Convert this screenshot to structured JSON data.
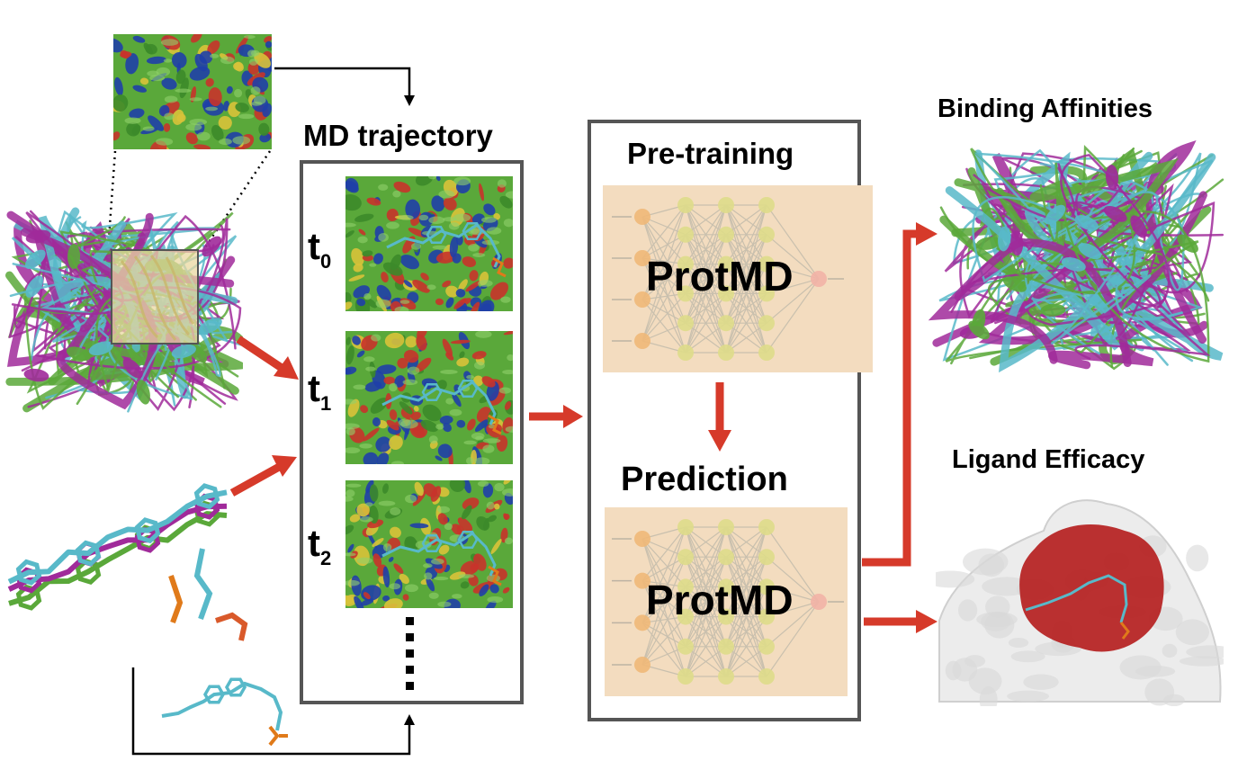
{
  "md": {
    "title": "MD trajectory",
    "frames": [
      {
        "letter": "t",
        "sub": "0"
      },
      {
        "letter": "t",
        "sub": "1"
      },
      {
        "letter": "t",
        "sub": "2"
      }
    ],
    "continuation": "⋮"
  },
  "model": {
    "pretraining_title": "Pre-training",
    "prediction_title": "Prediction",
    "network_label": "ProtMD"
  },
  "outputs": {
    "binding_title": "Binding Affinities",
    "efficacy_title": "Ligand Efficacy"
  },
  "colors": {
    "arrow_red": "#d63a2a",
    "box_border": "#555555",
    "panel_bg": "#f3dcbf",
    "surface_green": "#5aa83a",
    "surface_blue": "#1f3fa8",
    "surface_red": "#c8332b",
    "surface_yellow": "#d8c23a",
    "ribbon_cyan": "#58b9c9",
    "ribbon_magenta": "#a02a9a",
    "efficacy_surface": "#ececec",
    "efficacy_red": "#b51f1f"
  }
}
